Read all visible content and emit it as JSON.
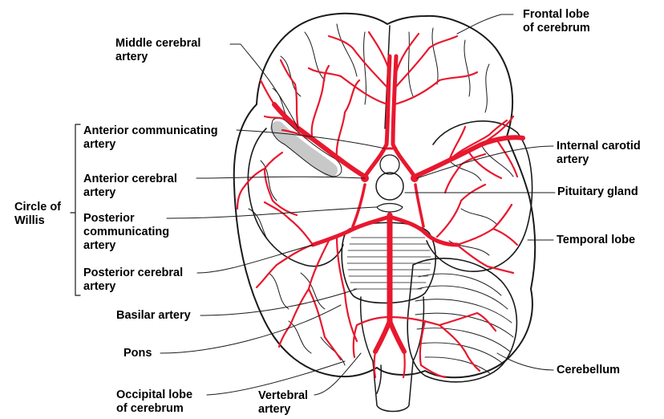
{
  "colors": {
    "artery": "#e8182e",
    "outline": "#1a1a1a",
    "fissure": "#b8b8b8",
    "optic": "#c8c8c8"
  },
  "labels": {
    "middle_cerebral_artery": [
      "Middle cerebral",
      "artery"
    ],
    "frontal_lobe": [
      "Frontal lobe",
      "of cerebrum"
    ],
    "anterior_communicating_artery": [
      "Anterior communicating",
      "artery"
    ],
    "anterior_cerebral_artery": [
      "Anterior cerebral",
      "artery"
    ],
    "circle_of_willis": [
      "Circle of",
      "Willis"
    ],
    "posterior_communicating_artery": [
      "Posterior",
      "communicating",
      "artery"
    ],
    "posterior_cerebral_artery": [
      "Posterior cerebral",
      "artery"
    ],
    "basilar_artery": [
      "Basilar artery"
    ],
    "pons": [
      "Pons"
    ],
    "occipital_lobe": [
      "Occipital lobe",
      "of cerebrum"
    ],
    "vertebral_artery": [
      "Vertebral",
      "artery"
    ],
    "internal_carotid_artery": [
      "Internal carotid",
      "artery"
    ],
    "pituitary_gland": [
      "Pituitary gland"
    ],
    "temporal_lobe": [
      "Temporal lobe"
    ],
    "cerebellum": [
      "Cerebellum"
    ]
  }
}
